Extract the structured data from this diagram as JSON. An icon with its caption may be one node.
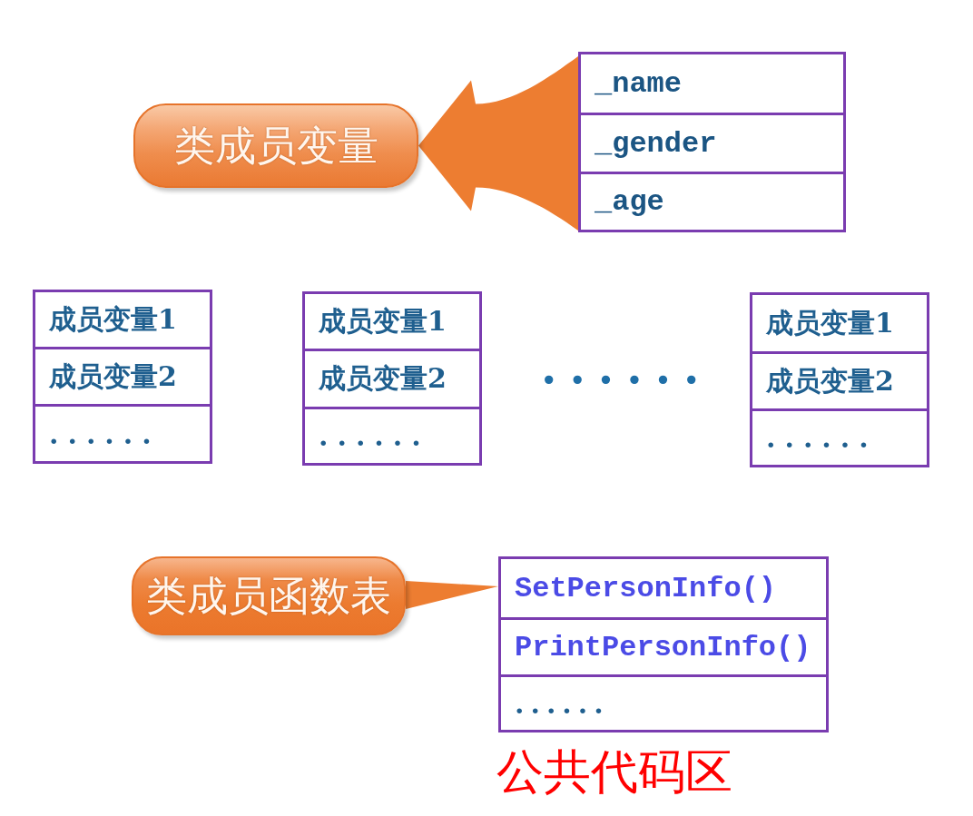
{
  "diagram": {
    "nodes": [
      {
        "text": [
          "类成员变量"
        ]
      },
      {
        "text": [],
        "shape": "box"
      },
      {
        "text": [
          "_name"
        ],
        "in": 1
      },
      {
        "text": [
          "_gender"
        ],
        "in": 1
      },
      {
        "text": [
          "_age"
        ],
        "in": 1
      },
      {
        "text": [],
        "shape": "box"
      },
      {
        "text": [
          "成员变量1"
        ],
        "in": 5
      },
      {
        "text": [
          "成员变量2"
        ],
        "in": 5
      },
      {
        "text": [
          "......"
        ],
        "in": 5
      },
      {
        "text": [],
        "shape": "box"
      },
      {
        "text": [
          "成员变量1"
        ],
        "in": 9
      },
      {
        "text": [
          "成员变量2"
        ],
        "in": 9
      },
      {
        "text": [
          "......"
        ],
        "in": 9
      },
      {
        "text": [],
        "shape": "box"
      },
      {
        "text": [
          "成员变量1"
        ],
        "in": 13
      },
      {
        "text": [
          "成员变量2"
        ],
        "in": 13
      },
      {
        "text": [
          "......"
        ],
        "in": 13
      },
      {
        "text": [
          "类成员函数表"
        ]
      },
      {
        "text": [],
        "shape": "box",
        "beside": [
          "公共代码区"
        ]
      },
      {
        "text": [
          "SetPersonInfo()"
        ],
        "in": 18
      },
      {
        "text": [
          "PrintPersonInfo()"
        ],
        "in": 18
      },
      {
        "text": [
          "......"
        ],
        "in": 18
      }
    ],
    "edges": [
      {
        "from": 1,
        "to": 0,
        "arrow": "to"
      },
      {
        "from": 17,
        "to": 18,
        "arrow": "to"
      }
    ],
    "labels": [
      "······"
    ]
  }
}
